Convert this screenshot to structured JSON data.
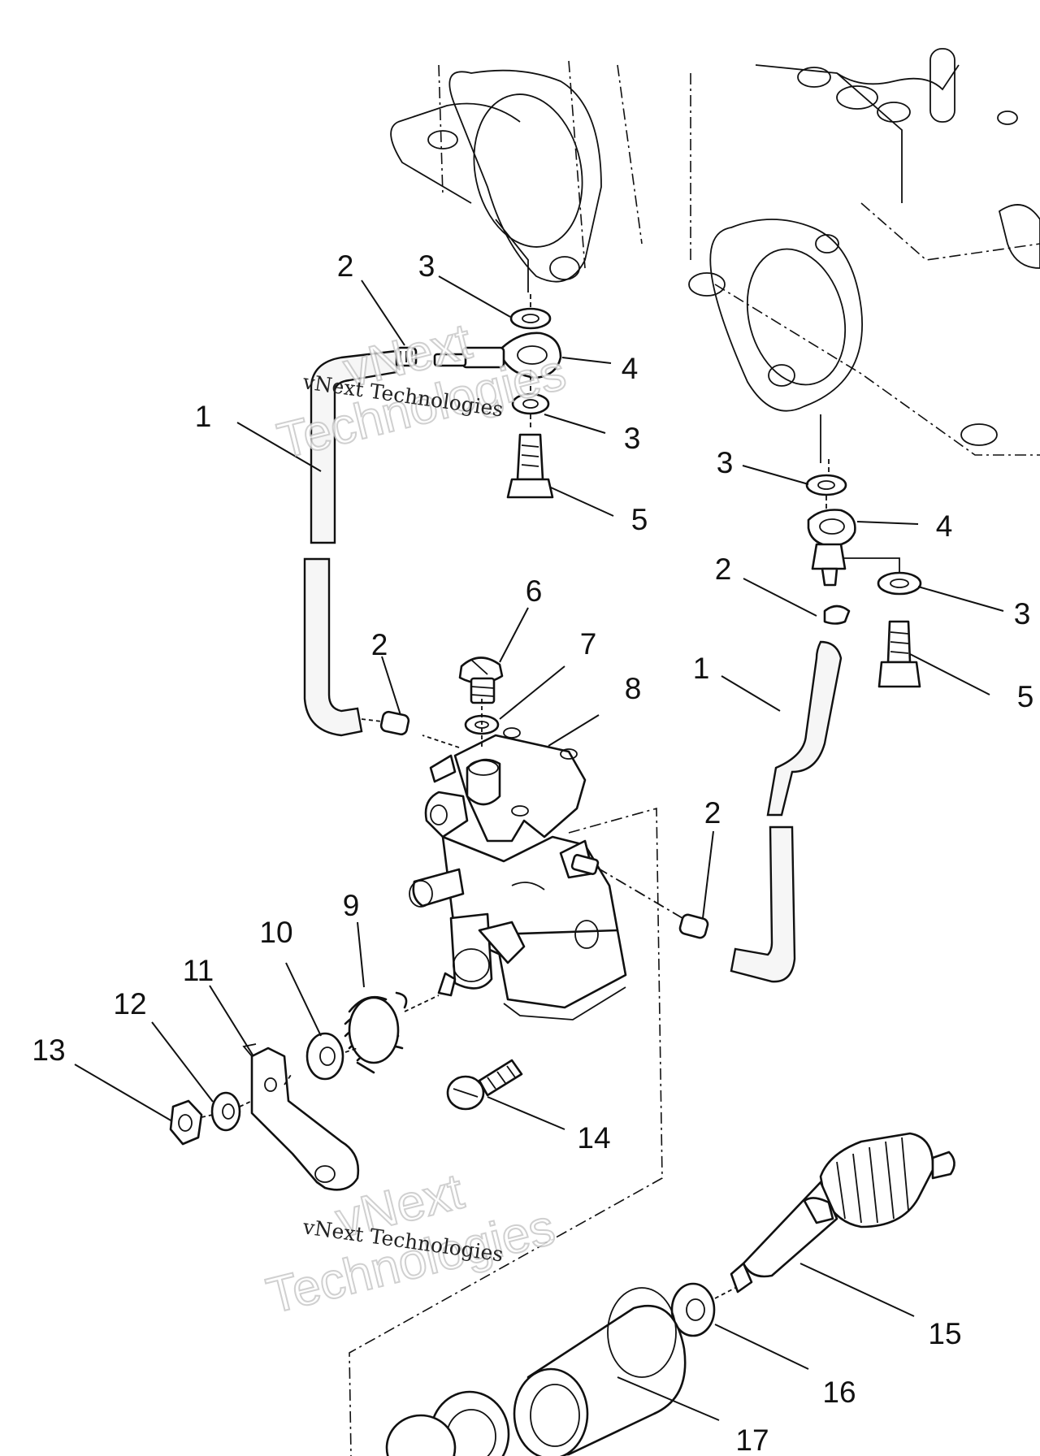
{
  "diagram": {
    "callouts": [
      {
        "id": "c1a",
        "text": "1"
      },
      {
        "id": "c2a",
        "text": "2"
      },
      {
        "id": "c3a",
        "text": "3"
      },
      {
        "id": "c4a",
        "text": "4"
      },
      {
        "id": "c3b",
        "text": "3"
      },
      {
        "id": "c5a",
        "text": "5"
      },
      {
        "id": "c3c",
        "text": "3"
      },
      {
        "id": "c4b",
        "text": "4"
      },
      {
        "id": "c2b",
        "text": "2"
      },
      {
        "id": "c3d",
        "text": "3"
      },
      {
        "id": "c5b",
        "text": "5"
      },
      {
        "id": "c6",
        "text": "6"
      },
      {
        "id": "c7",
        "text": "7"
      },
      {
        "id": "c8",
        "text": "8"
      },
      {
        "id": "c2c",
        "text": "2"
      },
      {
        "id": "c1b",
        "text": "1"
      },
      {
        "id": "c2d",
        "text": "2"
      },
      {
        "id": "c9",
        "text": "9"
      },
      {
        "id": "c10",
        "text": "10"
      },
      {
        "id": "c11",
        "text": "11"
      },
      {
        "id": "c12",
        "text": "12"
      },
      {
        "id": "c13",
        "text": "13"
      },
      {
        "id": "c14",
        "text": "14"
      },
      {
        "id": "c15",
        "text": "15"
      },
      {
        "id": "c16",
        "text": "16"
      },
      {
        "id": "c17",
        "text": "17"
      }
    ],
    "watermarks": [
      {
        "small": "vNext Technologies",
        "big_top": "vNext",
        "big_bottom": "Technologies"
      },
      {
        "small": "vNext Technologies",
        "big_top": "vNext",
        "big_bottom": "Technologies"
      }
    ]
  }
}
